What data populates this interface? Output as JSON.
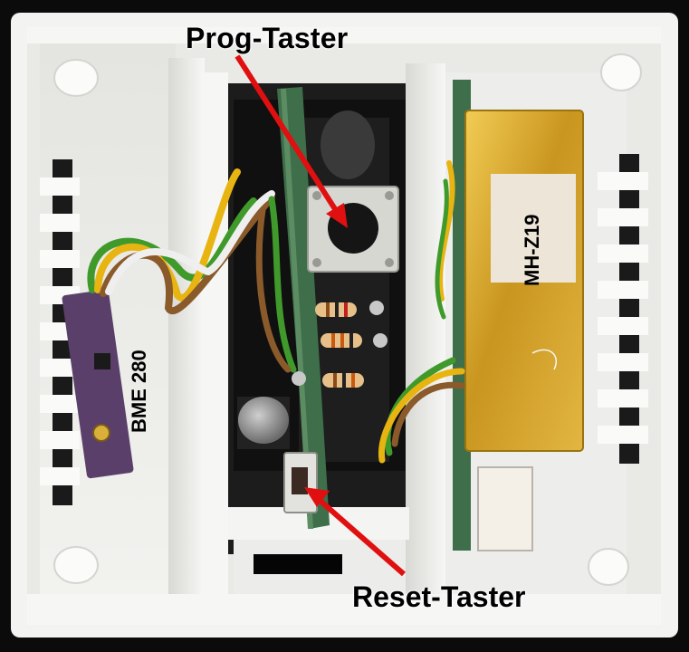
{
  "labels": {
    "prog_taster": "Prog-Taster",
    "reset_taster": "Reset-Taster",
    "bme_sensor": "BME 280",
    "co2_sensor": "MH-Z19"
  },
  "colors": {
    "housing": "#f4f4f2",
    "housing_shadow": "#c9c9c6",
    "background": "#0a0a0a",
    "pcb_green": "#3e6f4a",
    "gold_can": "#d9a72a",
    "bme_board": "#5a3f6a",
    "arrow": "#e01010",
    "wire_yellow": "#e8b411",
    "wire_green": "#3f9a2b",
    "wire_brown": "#8a5a2b",
    "wire_white": "#efefef"
  }
}
